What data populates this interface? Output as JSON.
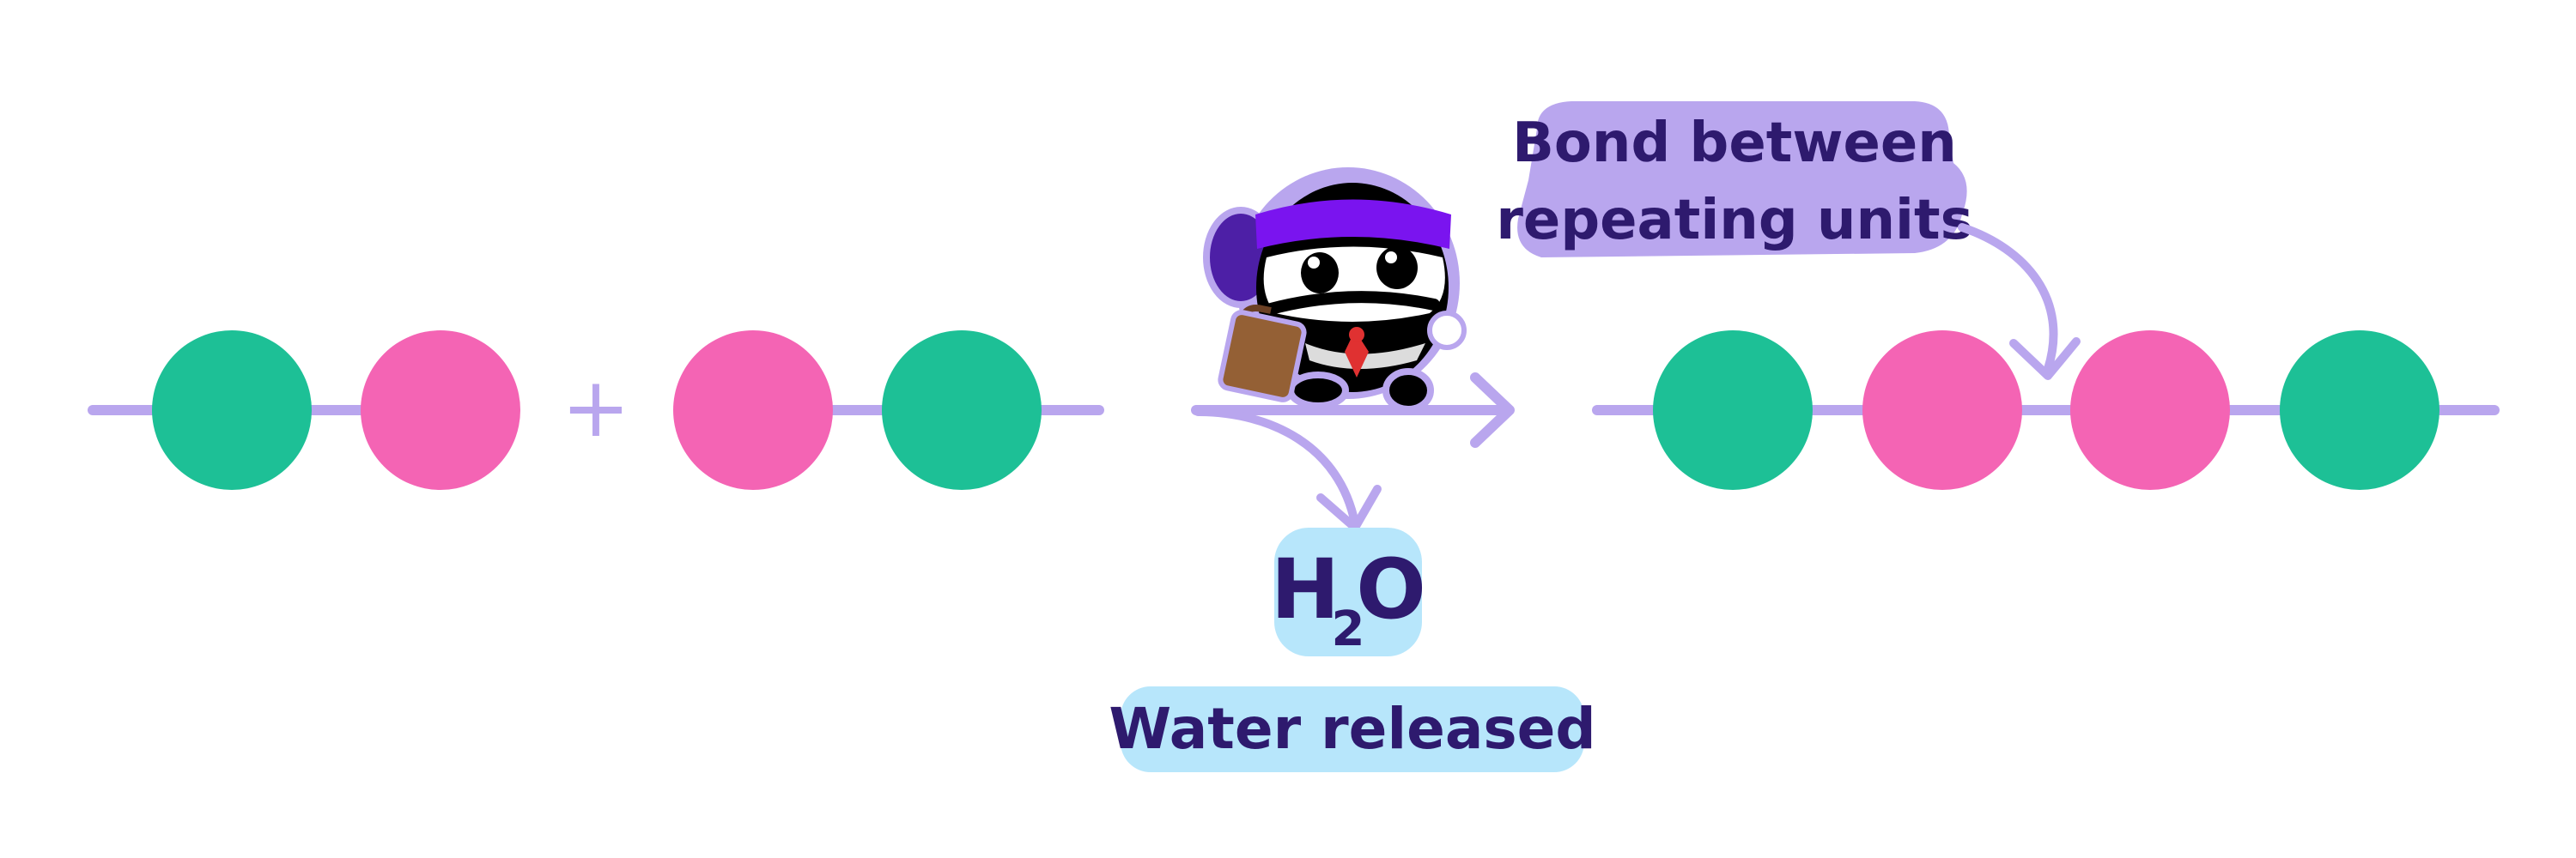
{
  "diagram": {
    "plus_sign": "+",
    "bond_label_line1": "Bond between",
    "bond_label_line2": "repeating units",
    "water_formula_main": "H",
    "water_formula_sub": "2",
    "water_formula_end": "O",
    "water_caption": "Water released"
  },
  "colors": {
    "green_unit": "#1dc096",
    "pink_unit": "#f464b4",
    "chain_line": "#b9a6ee",
    "label_purple_bg": "#b9a6ee",
    "label_blue_bg": "#b7e6fb",
    "label_text": "#2e1a6e",
    "mascot_headband": "#7a14ef",
    "mascot_body": "#000000",
    "mascot_ear": "#4d1fa6",
    "briefcase": "#946035",
    "tie": "#e03131"
  },
  "icons": {
    "mascot": "ninja-mascot-icon",
    "reaction_arrow": "arrow-right-icon"
  }
}
